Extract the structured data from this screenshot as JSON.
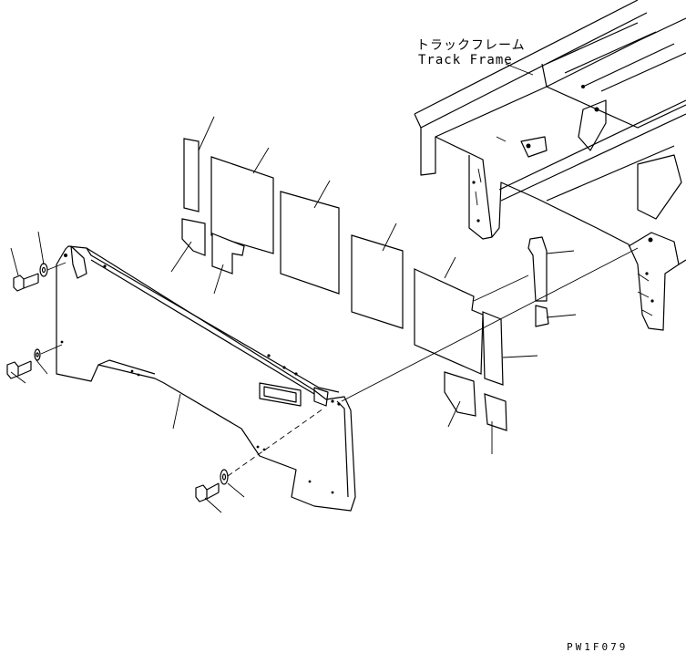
{
  "labels": {
    "track_frame_jp": "トラックフレーム",
    "track_frame_en": "Track Frame",
    "drawing_code": "PW1F079"
  },
  "colors": {
    "line": "#000000",
    "background": "#ffffff"
  }
}
